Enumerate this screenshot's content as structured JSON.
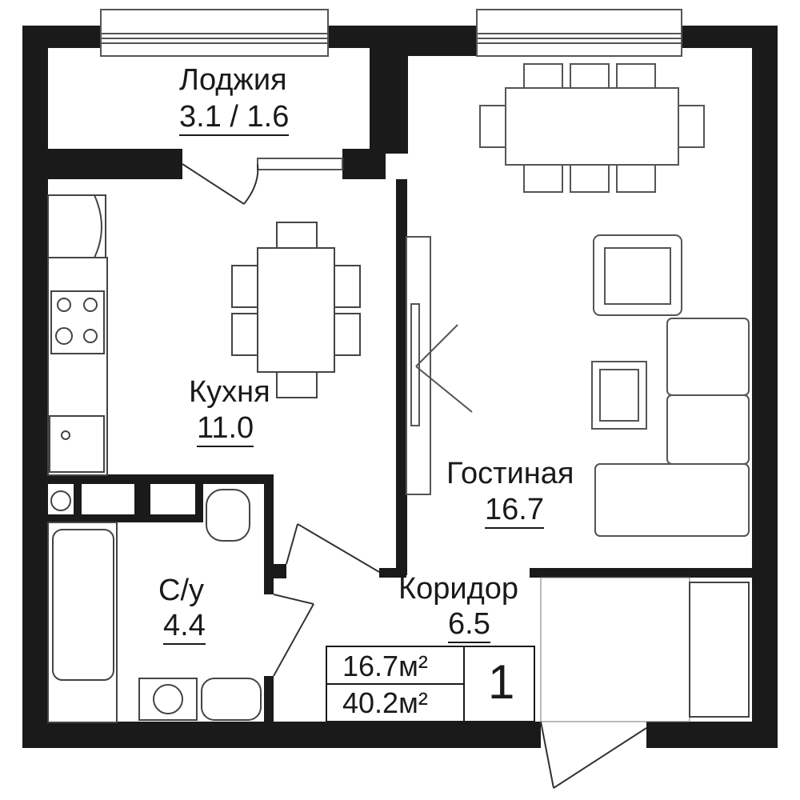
{
  "rooms": {
    "loggia": {
      "name": "Лоджия",
      "area": "3.1 / 1.6"
    },
    "kitchen": {
      "name": "Кухня",
      "area": "11.0"
    },
    "living": {
      "name": "Гостиная",
      "area": "16.7"
    },
    "bathroom": {
      "name": "С/у",
      "area": "4.4"
    },
    "corridor": {
      "name": "Коридор",
      "area": "6.5"
    }
  },
  "summary": {
    "living_area": "16.7м²",
    "total_area": "40.2м²",
    "rooms_count": "1"
  },
  "colors": {
    "wall": "#1a1a1a",
    "furniture": "#6b6b6b",
    "window": "#555555"
  }
}
